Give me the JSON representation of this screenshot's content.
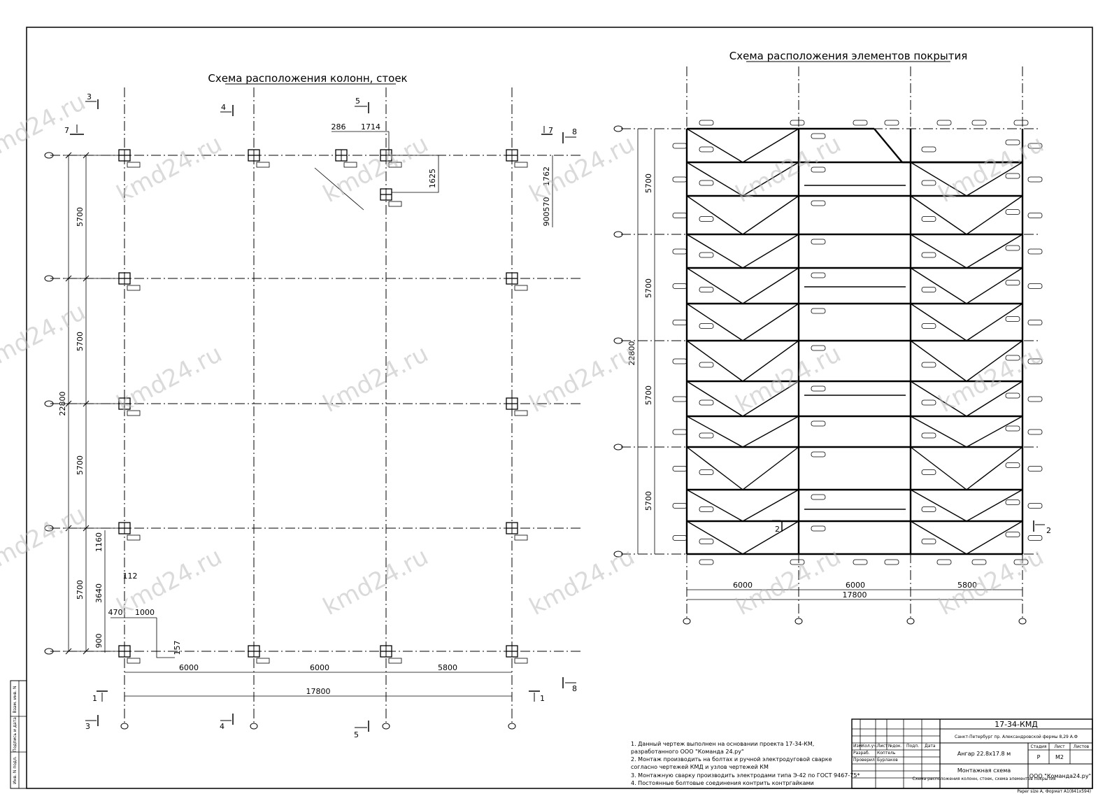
{
  "left_plan": {
    "title": "Схема расположения колонн, стоек",
    "row_dims": [
      "5700",
      "5700",
      "5700",
      "5700"
    ],
    "total_height": "22800",
    "bay_dims": [
      "6000",
      "6000",
      "5800"
    ],
    "total_width": "17800",
    "detail_dims": [
      "1160",
      "3640",
      "900",
      "470",
      "1000",
      "112",
      "157",
      "286",
      "1714",
      "1625",
      "1762",
      "570",
      "900"
    ],
    "section_marks": [
      "3",
      "4",
      "5",
      "7",
      "8",
      "1"
    ]
  },
  "right_plan": {
    "title": "Схема расположения элементов покрытия",
    "row_dims": [
      "5700",
      "5700",
      "5700",
      "5700"
    ],
    "total_height": "22800",
    "bay_dims": [
      "6000",
      "6000",
      "5800"
    ],
    "total_width": "17800",
    "section_marks": [
      "2"
    ]
  },
  "notes": [
    "1. Данный чертеж выполнен на основании проекта 17-34-КМ,",
    "    разработанного ООО \"Команда 24.ру\"",
    "2. Монтаж производить на болтах и ручной электродуговой сварке",
    "    согласно чертежей КМД и узлов чертежей КМ",
    "3. Монтажную сварку производить электродами типа Э-42 по ГОСТ 9467-75*",
    "4. Постоянные болтовые соединения контрить контргайками"
  ],
  "title_block": {
    "code": "17-34-КМД",
    "address": "Санкт-Петербург пр. Александровской фермы 8,29 А.Ф",
    "object": "Ангар 22.8х17.8 м",
    "drawing_title": "Монтажная схема",
    "drawing_subtitle": "Схема расположения колонн, стоек, схема элементов покрытия",
    "stage_label": "Стадия",
    "sheet_label": "Лист",
    "sheets_label": "Листов",
    "stage": "Р",
    "sheet": "М2",
    "company": "ООО \"Команда24.ру\"",
    "col_headers": [
      "Изм.",
      "Кол.уч.",
      "Лист",
      "№док.",
      "Подп.",
      "Дата"
    ],
    "role_dev": "Разраб.",
    "name_dev": "Коптель",
    "role_check": "Проверил",
    "name_check": "Бурлаков",
    "paper": "Paper size А, Формат А1(841х594)"
  },
  "side_stamp": [
    "Взам. инв. N",
    "Подпись и дата",
    "Инв. N подл."
  ],
  "watermark": "kmd24.ru"
}
